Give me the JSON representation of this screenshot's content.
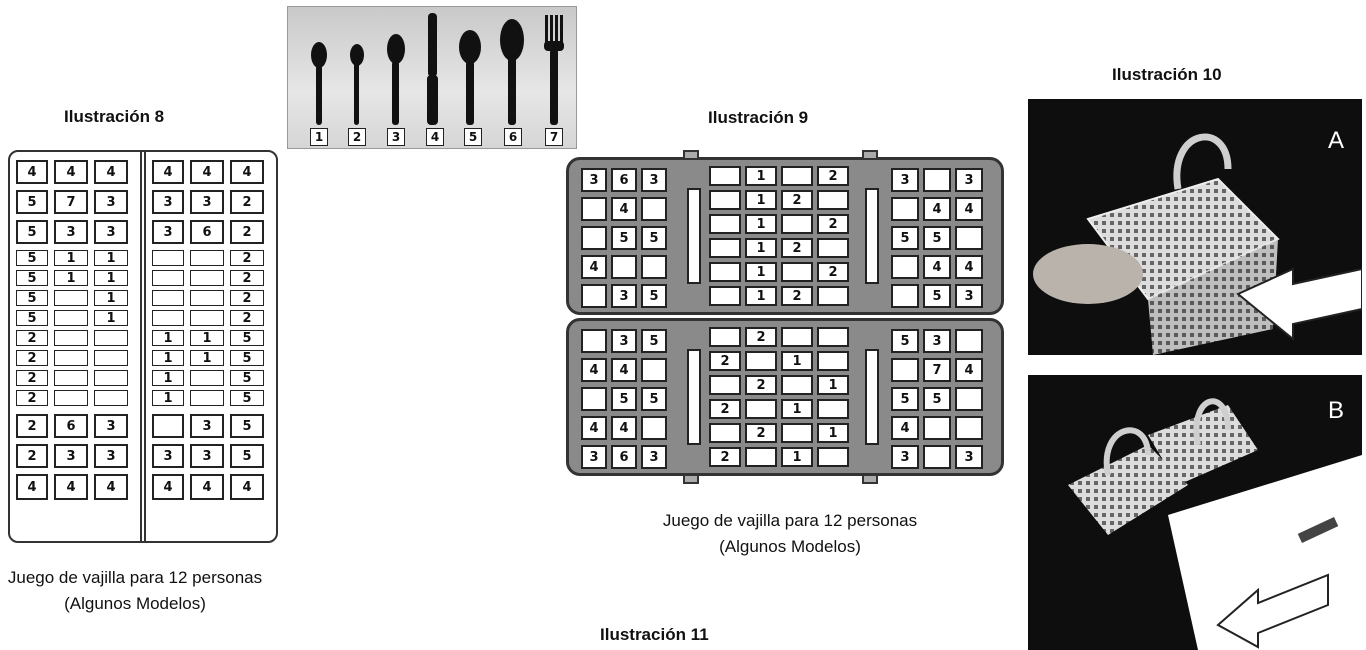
{
  "ill8": {
    "title": "Ilustración 8",
    "caption_line1": "Juego de vajilla para 12 personas",
    "caption_line2": "(Algunos Modelos)",
    "left_rows": [
      [
        "4",
        "4",
        "4"
      ],
      [
        "5",
        "7",
        "3"
      ],
      [
        "5",
        "3",
        "3"
      ],
      [
        "5",
        "1",
        "1"
      ],
      [
        "5",
        "1",
        "1"
      ],
      [
        "5",
        "",
        "1"
      ],
      [
        "5",
        "",
        "1"
      ],
      [
        "2",
        "",
        ""
      ],
      [
        "2",
        "",
        ""
      ],
      [
        "2",
        "",
        ""
      ],
      [
        "2",
        "",
        ""
      ],
      [
        "2",
        "6",
        "3"
      ],
      [
        "2",
        "3",
        "3"
      ],
      [
        "4",
        "4",
        "4"
      ]
    ],
    "right_rows": [
      [
        "4",
        "4",
        "4"
      ],
      [
        "3",
        "3",
        "2"
      ],
      [
        "3",
        "6",
        "2"
      ],
      [
        "",
        "",
        "2"
      ],
      [
        "",
        "",
        "2"
      ],
      [
        "",
        "",
        "2"
      ],
      [
        "",
        "",
        "2"
      ],
      [
        "1",
        "1",
        "5"
      ],
      [
        "1",
        "1",
        "5"
      ],
      [
        "1",
        "",
        "5"
      ],
      [
        "1",
        "",
        "5"
      ],
      [
        "",
        "3",
        "5"
      ],
      [
        "3",
        "3",
        "5"
      ],
      [
        "4",
        "4",
        "4"
      ]
    ]
  },
  "utensils": {
    "labels": [
      "1",
      "2",
      "3",
      "4",
      "5",
      "6",
      "7"
    ]
  },
  "ill9": {
    "title": "Ilustración 9",
    "caption_line1": "Juego de vajilla para 12 personas",
    "caption_line2": "(Algunos Modelos)",
    "top_left": [
      [
        "3",
        "6",
        "3"
      ],
      [
        "",
        "4",
        ""
      ],
      [
        "",
        "5",
        "5"
      ],
      [
        "4",
        "",
        ""
      ],
      [
        "",
        "3",
        "5"
      ]
    ],
    "top_middle": [
      [
        "",
        "1",
        "",
        "2"
      ],
      [
        "",
        "1",
        "2",
        ""
      ],
      [
        "",
        "1",
        "",
        "2"
      ],
      [
        "",
        "1",
        "2",
        ""
      ],
      [
        "",
        "1",
        "",
        "2"
      ],
      [
        "",
        "1",
        "2",
        ""
      ]
    ],
    "top_right": [
      [
        "3",
        "",
        "3"
      ],
      [
        "",
        "4",
        "4"
      ],
      [
        "5",
        "5",
        ""
      ],
      [
        "",
        "4",
        "4"
      ],
      [
        "",
        "5",
        "3"
      ]
    ],
    "bottom_left": [
      [
        "",
        "3",
        "5"
      ],
      [
        "4",
        "4",
        ""
      ],
      [
        "",
        "5",
        "5"
      ],
      [
        "4",
        "4",
        ""
      ],
      [
        "3",
        "6",
        "3"
      ]
    ],
    "bottom_middle": [
      [
        "",
        "2",
        "",
        ""
      ],
      [
        "2",
        "",
        "1",
        ""
      ],
      [
        "",
        "2",
        "",
        "1"
      ],
      [
        "2",
        "",
        "1",
        ""
      ],
      [
        "",
        "2",
        "",
        "1"
      ],
      [
        "2",
        "",
        "1",
        ""
      ]
    ],
    "bottom_right": [
      [
        "5",
        "3",
        ""
      ],
      [
        "",
        "7",
        "4"
      ],
      [
        "5",
        "5",
        ""
      ],
      [
        "4",
        "",
        ""
      ],
      [
        "3",
        "",
        "3"
      ]
    ]
  },
  "ill10": {
    "title": "Ilustración 10",
    "photo_a_letter": "A",
    "photo_b_letter": "B"
  },
  "ill11": {
    "title": "Ilustración 11"
  }
}
